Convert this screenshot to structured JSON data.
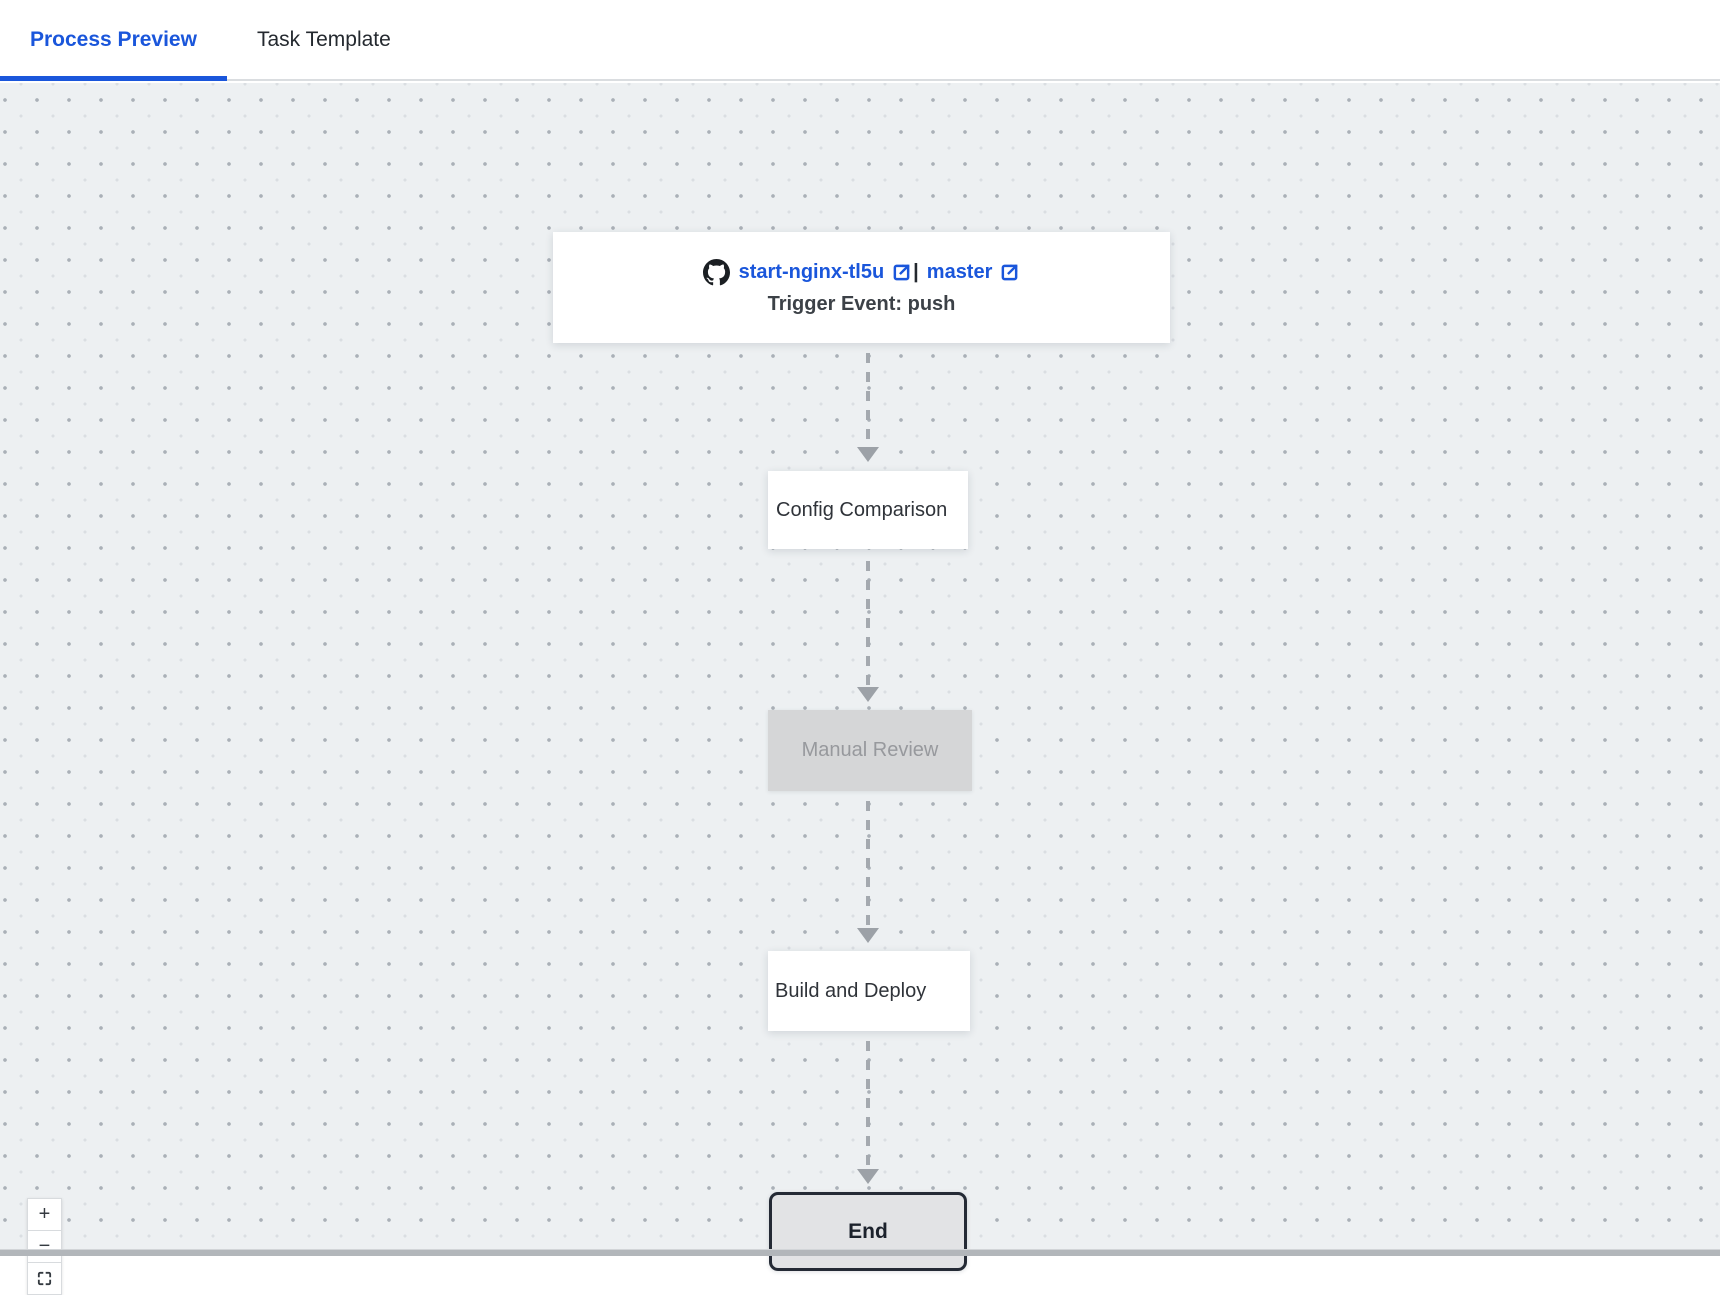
{
  "tab_bar": {
    "tabs": [
      {
        "label": "Process Preview",
        "active": true
      },
      {
        "label": "Task Template",
        "active": false
      }
    ]
  },
  "canvas": {
    "trigger_node": {
      "repo_label": "start-nginx-tl5u",
      "separator": "|",
      "branch_label": "master",
      "event_label": "Trigger Event: push",
      "icons": {
        "repo": "github-icon",
        "repo_open": "external-link-icon",
        "branch_open": "external-link-icon"
      }
    },
    "nodes": [
      {
        "label": "Config Comparison",
        "state": "default"
      },
      {
        "label": "Manual Review",
        "state": "disabled"
      },
      {
        "label": "Build and Deploy",
        "state": "default"
      },
      {
        "label": "End",
        "state": "terminal"
      }
    ],
    "zoom_controls": {
      "zoom_in": "+",
      "zoom_out": "−",
      "fit_view": "fit-view-icon"
    }
  },
  "colors": {
    "accent_blue": "#1a56db",
    "canvas_bg": "#edf0f2",
    "connector_gray": "#a4a9af",
    "disabled_node_bg": "#d5d6d7",
    "disabled_node_text": "#97999d",
    "end_node_bg": "#e2e3e5",
    "end_node_border": "#242a35"
  }
}
